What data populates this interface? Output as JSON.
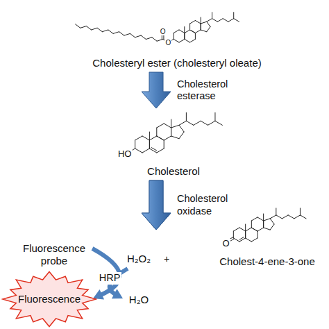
{
  "diagram": {
    "nodes": [
      {
        "text": [
          "Cholesteryl ester (cholesteryl oleate)"
        ]
      },
      {
        "text": [
          "Cholesterol"
        ]
      },
      {
        "text": [
          "Fluorescence probe"
        ]
      },
      {
        "text": [
          "H₂O₂"
        ]
      },
      {
        "text": [
          "Cholest-4-ene-3-one"
        ]
      },
      {
        "text": [
          "Fluorescence"
        ]
      },
      {
        "text": [
          "H₂O"
        ]
      }
    ],
    "edges": [
      {
        "from": 0,
        "to": 1,
        "arrow": "to",
        "label": "Cholesterol esterase"
      },
      {
        "from": 1,
        "to": 3,
        "arrow": "to",
        "label": "Cholesterol oxidase"
      },
      {
        "from": 1,
        "to": 4,
        "arrow": "to"
      },
      {
        "from": 2,
        "to": 5,
        "arrow": "to",
        "label": "HRP"
      },
      {
        "from": 3,
        "to": 6,
        "arrow": "to"
      }
    ],
    "labels": [
      "+",
      "O",
      "O",
      "HO",
      "O"
    ]
  }
}
